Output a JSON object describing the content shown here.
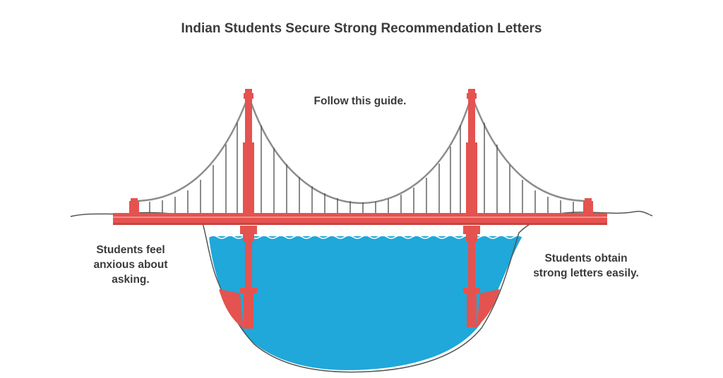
{
  "title": "Indian Students Secure Strong Recommendation Letters",
  "labels": {
    "top": "Follow this guide.",
    "left": [
      "Students feel",
      "anxious about",
      "asking."
    ],
    "right": [
      "Students obtain",
      "strong letters easily."
    ]
  },
  "colors": {
    "tower": "#e4534f",
    "water": "#1fa8d9",
    "cable": "#8c8c8c",
    "text": "#3b3b3b"
  }
}
